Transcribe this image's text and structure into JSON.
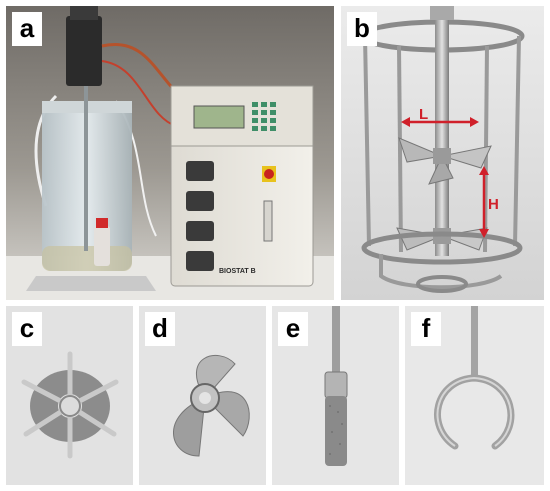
{
  "panels": {
    "a": {
      "label": "a",
      "device_text": "BIOSTAT B"
    },
    "b": {
      "label": "b",
      "dim_L": "L",
      "dim_H": "H"
    },
    "c": {
      "label": "c"
    },
    "d": {
      "label": "d"
    },
    "e": {
      "label": "e"
    },
    "f": {
      "label": "f"
    }
  },
  "colors": {
    "annotation_arrow": "#d0202a",
    "label_bg": "#ffffff"
  }
}
